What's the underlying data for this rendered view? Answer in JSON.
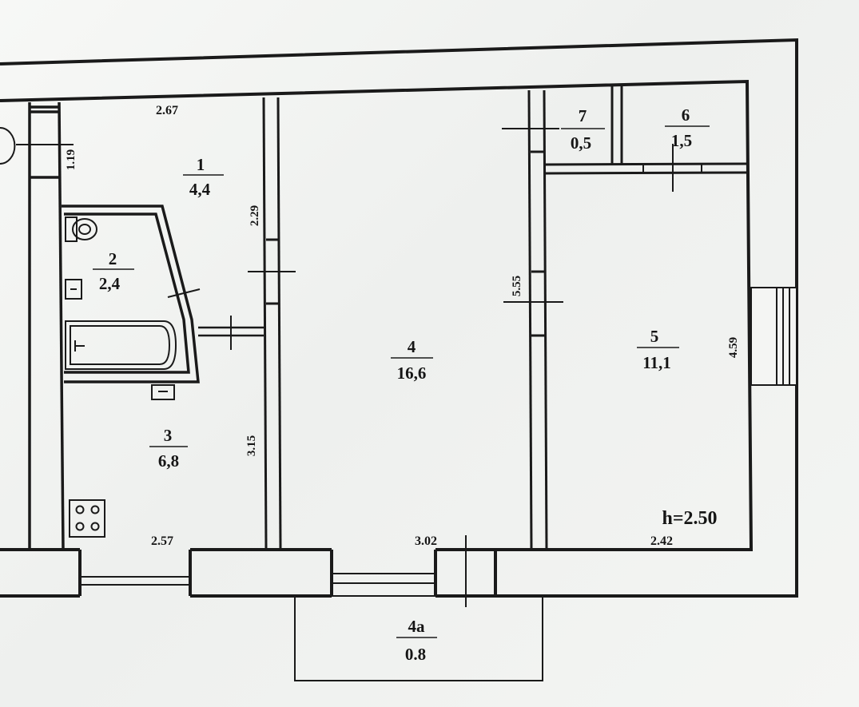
{
  "rooms": [
    {
      "id": "1",
      "area": "4,4"
    },
    {
      "id": "2",
      "area": "2,4"
    },
    {
      "id": "3",
      "area": "6,8"
    },
    {
      "id": "4",
      "area": "16,6"
    },
    {
      "id": "5",
      "area": "11,1"
    },
    {
      "id": "6",
      "area": "1,5"
    },
    {
      "id": "7",
      "area": "0,5"
    },
    {
      "id": "4a",
      "area": "0.8"
    }
  ],
  "dimensions": {
    "top_room1": "2.67",
    "left_corridor": "1.19",
    "room1_height": "2.29",
    "room3_height": "3.15",
    "room3_width": "2.57",
    "room4_width": "3.02",
    "room4_height": "5.55",
    "room5_width": "2.42",
    "room5_height": "4.59"
  },
  "ceiling_height": "h=2.50"
}
